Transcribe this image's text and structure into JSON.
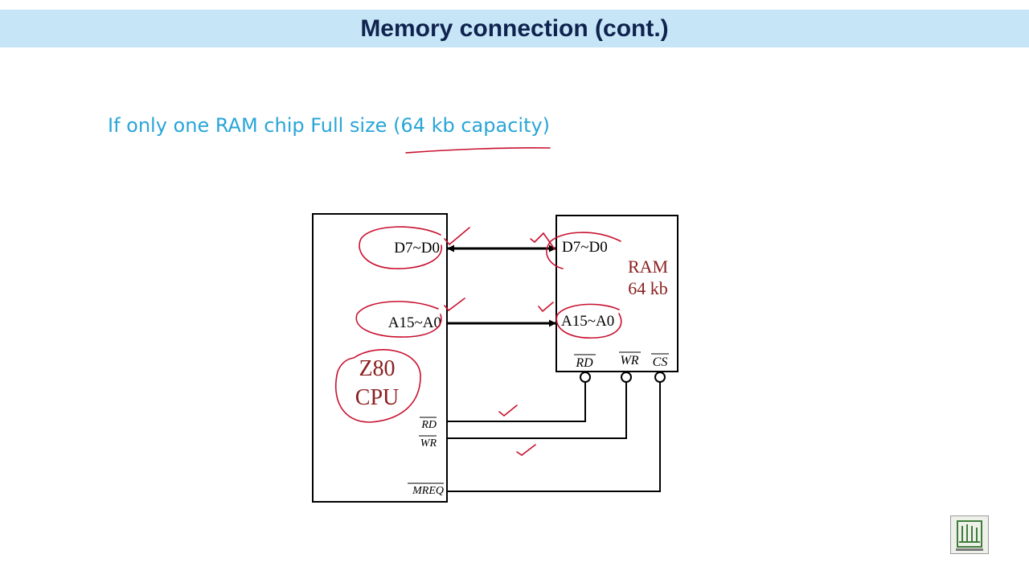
{
  "title": "Memory connection (cont.)",
  "subtitle": "If only one RAM chip Full size (64 kb capacity)",
  "cpu": {
    "name_line1": "Z80",
    "name_line2": "CPU",
    "data_bus": "D7~D0",
    "address_bus": "A15~A0",
    "rd": "RD",
    "wr": "WR",
    "mreq": "MREQ"
  },
  "ram": {
    "name_line1": "RAM",
    "name_line2": "64 kb",
    "data_bus": "D7~D0",
    "address_bus": "A15~A0",
    "rd": "RD",
    "wr": "WR",
    "cs": "CS"
  },
  "colors": {
    "title_bar": "#c6e6f8",
    "title_text": "#10234f",
    "subtitle_text": "#29a5d8",
    "annotation": "#c8102e",
    "ram_label": "#8b1e1e"
  },
  "logo_icon": "university-logo-icon"
}
